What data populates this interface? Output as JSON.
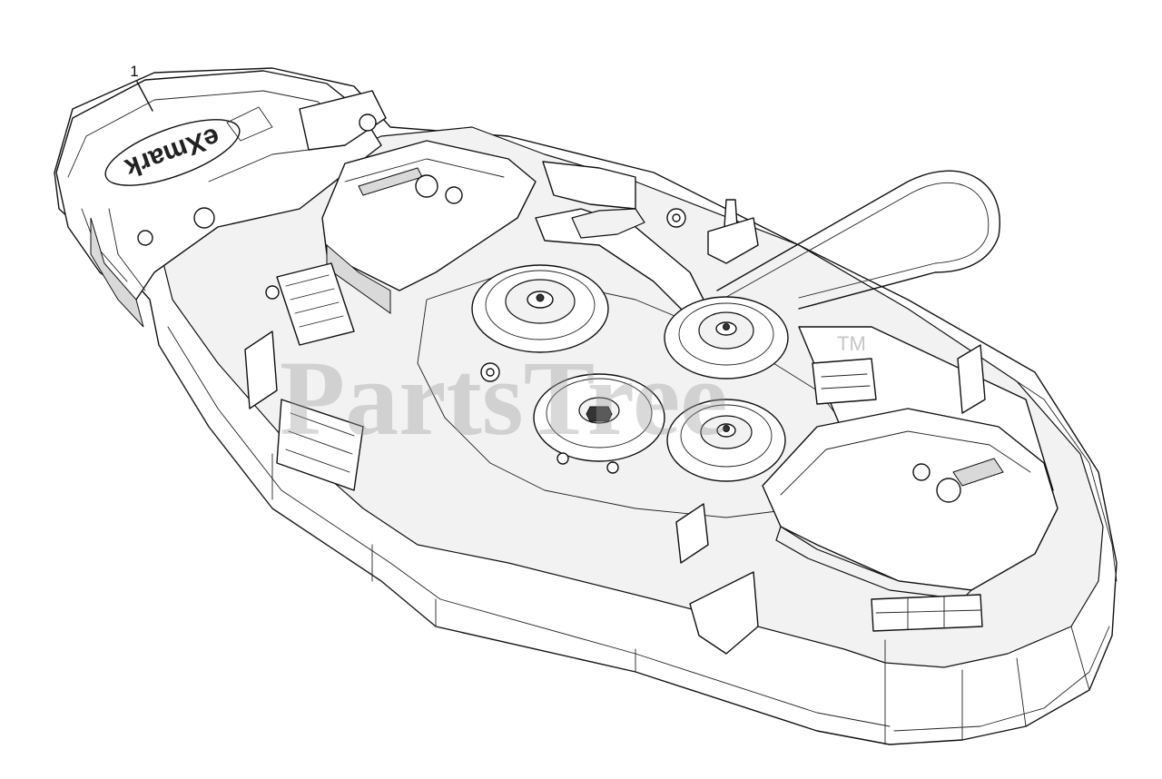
{
  "callouts": [
    {
      "number": "1"
    }
  ],
  "watermark": {
    "text": "PartsTree",
    "trademark": "TM"
  },
  "deck_logo": "eXmark",
  "colors": {
    "line": "#111111",
    "watermark": "#9a9a9a",
    "background": "#ffffff"
  }
}
